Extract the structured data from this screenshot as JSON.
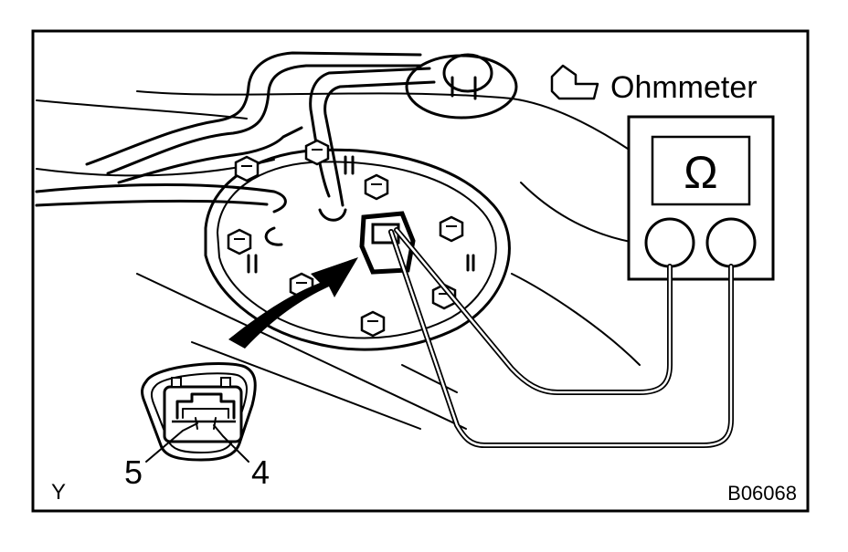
{
  "figure": {
    "meter_label": "Ohmmeter",
    "meter_symbol": "Ω",
    "terminal_left": "5",
    "terminal_right": "4",
    "corner_letter": "Y",
    "figure_code": "B06068"
  },
  "icons": {
    "meter_hint": "note-tab-icon",
    "pointer": "arrow-icon"
  },
  "colors": {
    "line": "#000000",
    "background": "#ffffff"
  }
}
